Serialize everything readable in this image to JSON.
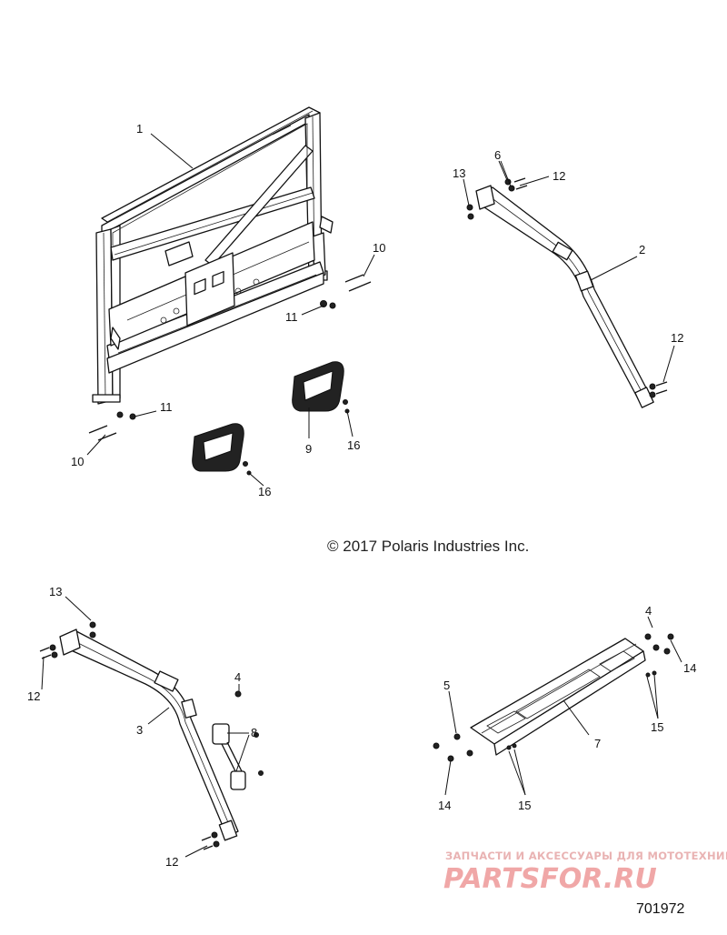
{
  "callouts": [
    {
      "label": "1"
    },
    {
      "label": "2"
    },
    {
      "label": "3"
    },
    {
      "label": "4"
    },
    {
      "label": "4"
    },
    {
      "label": "5"
    },
    {
      "label": "6"
    },
    {
      "label": "7"
    },
    {
      "label": "8"
    },
    {
      "label": "9"
    },
    {
      "label": "10"
    },
    {
      "label": "10"
    },
    {
      "label": "11"
    },
    {
      "label": "11"
    },
    {
      "label": "12"
    },
    {
      "label": "12"
    },
    {
      "label": "12"
    },
    {
      "label": "12"
    },
    {
      "label": "13"
    },
    {
      "label": "13"
    },
    {
      "label": "14"
    },
    {
      "label": "14"
    },
    {
      "label": "15"
    },
    {
      "label": "15"
    },
    {
      "label": "16"
    },
    {
      "label": "16"
    }
  ],
  "copyright": "© 2017 Polaris Industries Inc.",
  "document_number": "701972",
  "watermark": {
    "tagline": "ЗАПЧАСТИ И АКСЕССУАРЫ ДЛЯ МОТОТЕХНИКИ",
    "brand": "PARTSFOR.RU"
  },
  "colors": {
    "line": "#111111",
    "background": "#ffffff",
    "watermark": "#f0a7a7"
  }
}
